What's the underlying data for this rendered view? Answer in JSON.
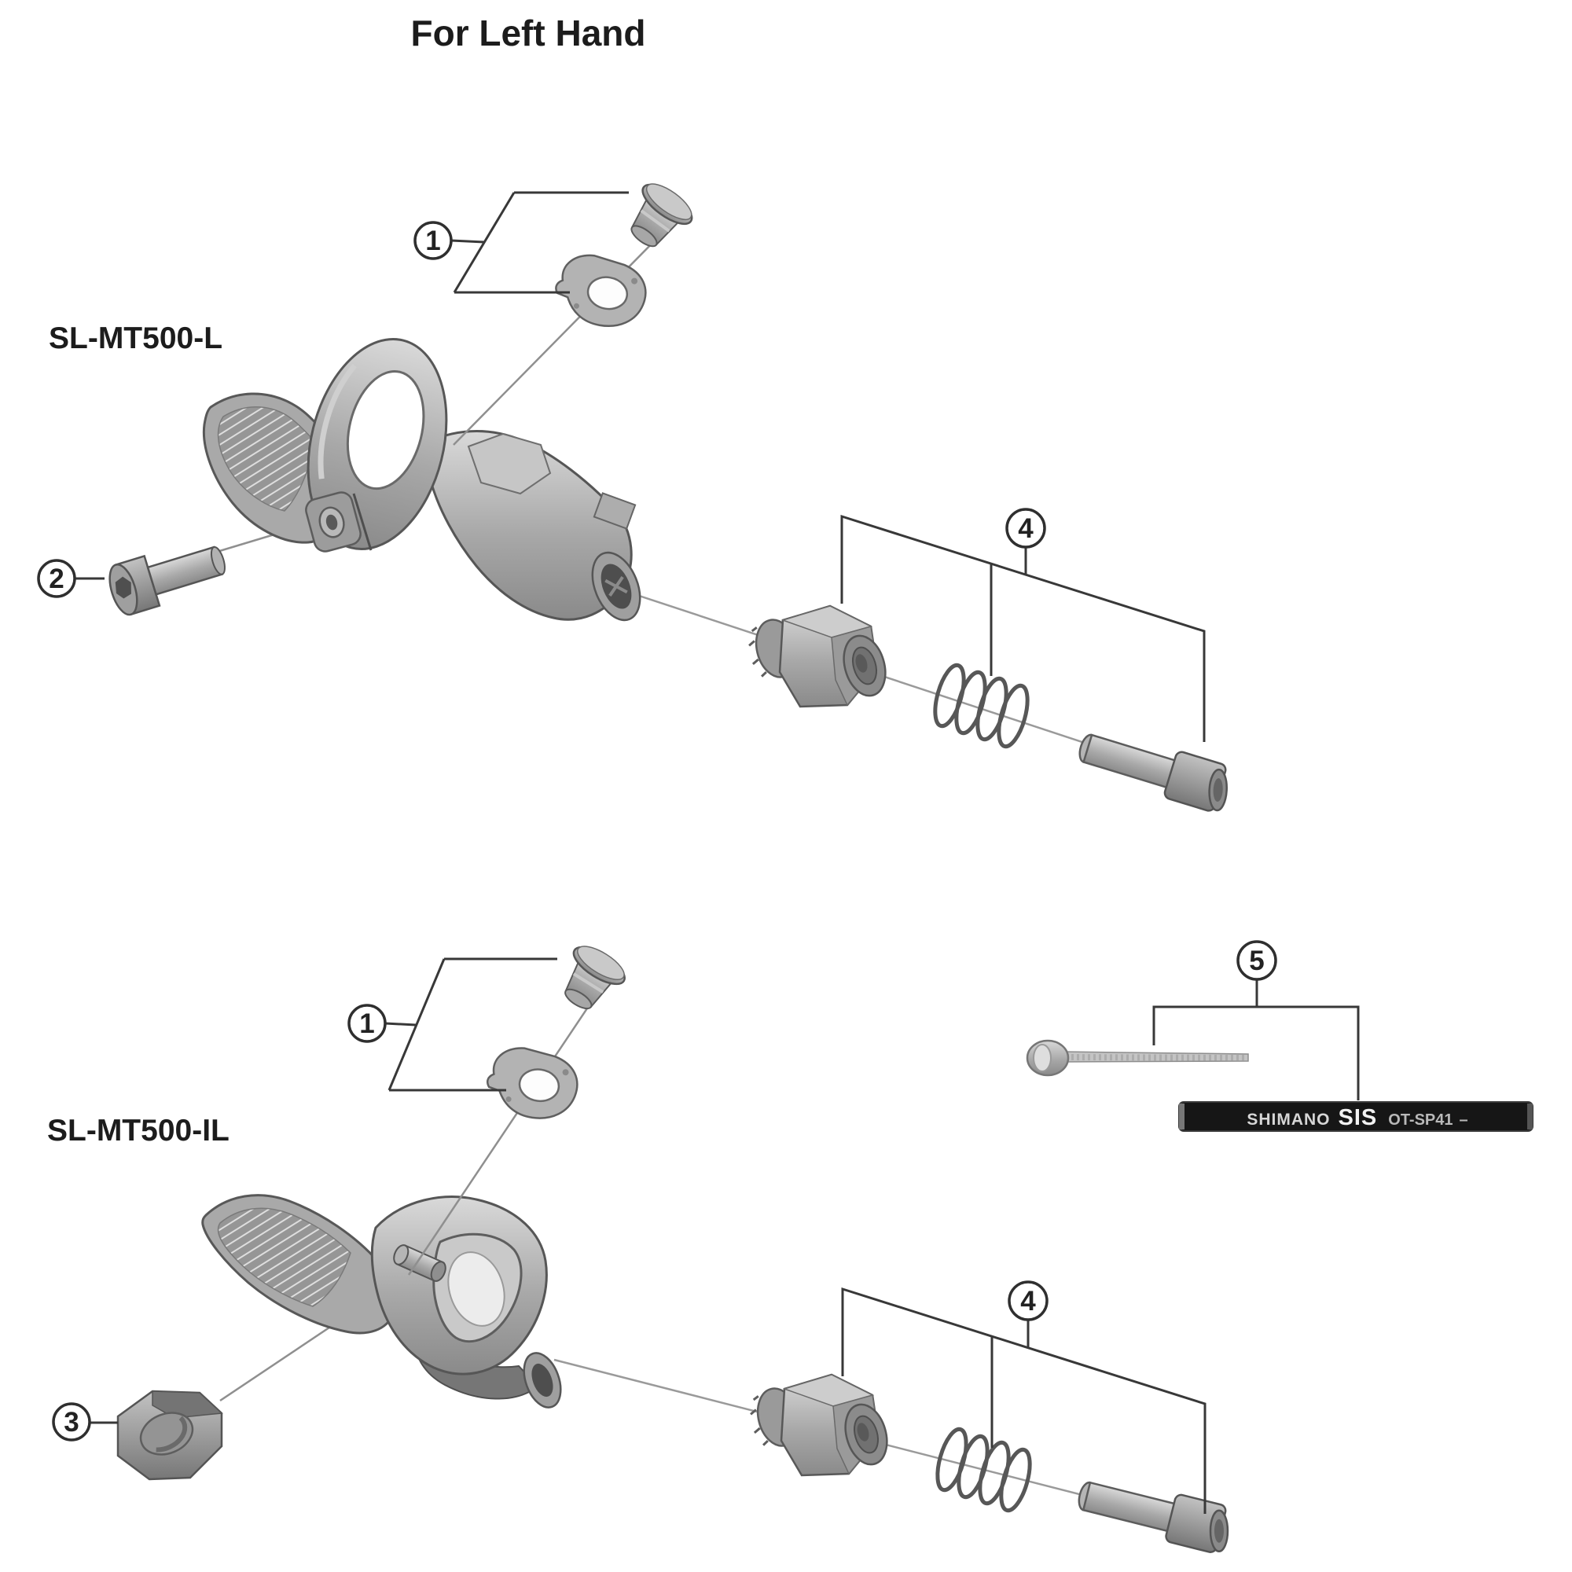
{
  "header": {
    "title": "For Left Hand"
  },
  "models": {
    "upper": {
      "label": "SL-MT500-L"
    },
    "lower": {
      "label": "SL-MT500-IL"
    }
  },
  "callouts": {
    "upper_parts_group": {
      "number": "1",
      "meaning": "cover bolt and lever plate set"
    },
    "clamp_bolt": {
      "number": "2",
      "meaning": "clamp bolt"
    },
    "lower_parts_group": {
      "number": "1",
      "meaning": "cover bolt and lever plate set"
    },
    "clamp_adapter": {
      "number": "3",
      "meaning": "clamp nut adapter"
    },
    "upper_adjuster_unit": {
      "number": "4",
      "meaning": "cable adjusting bolt unit"
    },
    "lower_adjuster_unit": {
      "number": "4",
      "meaning": "cable adjusting bolt unit"
    },
    "cable_set": {
      "number": "5",
      "meaning": "inner cable and outer casing"
    }
  },
  "casing": {
    "brand": "SHIMANO",
    "system": "SIS",
    "model": "OT-SP41",
    "suffix": "–"
  },
  "colors": {
    "outline": "#383838",
    "thin_line": "#8f8f8f",
    "metal_light": "#d6d6d6",
    "metal_mid": "#9e9e9e",
    "metal_dark": "#6e6e6e",
    "casing_black": "#161616",
    "background": "#ffffff"
  }
}
